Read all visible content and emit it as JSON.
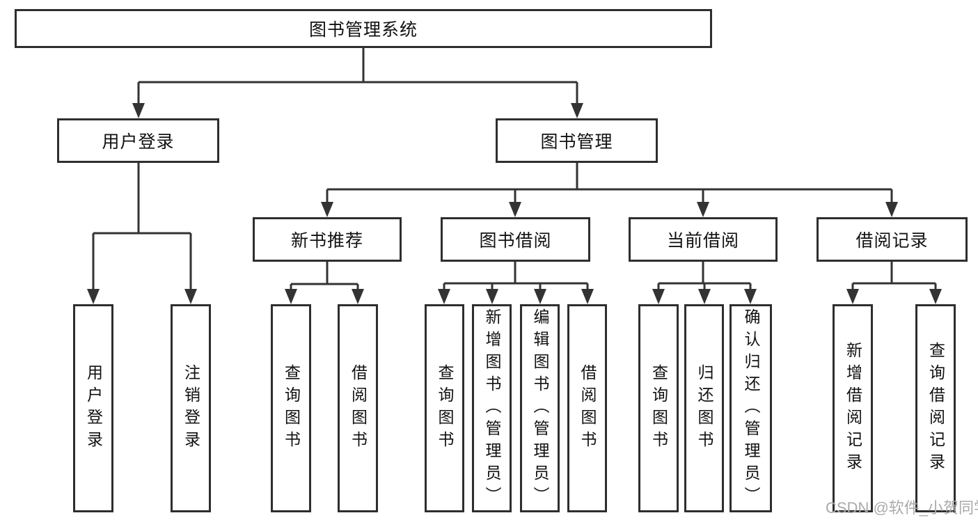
{
  "tree": {
    "label": "图书管理系统",
    "children": [
      {
        "label": "用户登录",
        "children": [
          {
            "label": "用户登录"
          },
          {
            "label": "注销登录"
          }
        ]
      },
      {
        "label": "图书管理",
        "children": [
          {
            "label": "新书推荐",
            "children": [
              {
                "label": "查询图书"
              },
              {
                "label": "借阅图书"
              }
            ]
          },
          {
            "label": "图书借阅",
            "children": [
              {
                "label": "查询图书"
              },
              {
                "label": "新增图书（管理员）"
              },
              {
                "label": "编辑图书（管理员）"
              },
              {
                "label": "借阅图书"
              }
            ]
          },
          {
            "label": "当前借阅",
            "children": [
              {
                "label": "查询图书"
              },
              {
                "label": "归还图书"
              },
              {
                "label": "确认归还（管理员）"
              }
            ]
          },
          {
            "label": "借阅记录",
            "children": [
              {
                "label": "新增借阅记录"
              },
              {
                "label": "查询借阅记录"
              }
            ]
          }
        ]
      }
    ]
  },
  "watermark": {
    "text": "CSDN @软件_小贺同学"
  },
  "colors": {
    "line": "#333333",
    "box_border": "#2e2e2e",
    "text": "#111111",
    "watermark": "#aaaaaa",
    "background": "#ffffff"
  }
}
